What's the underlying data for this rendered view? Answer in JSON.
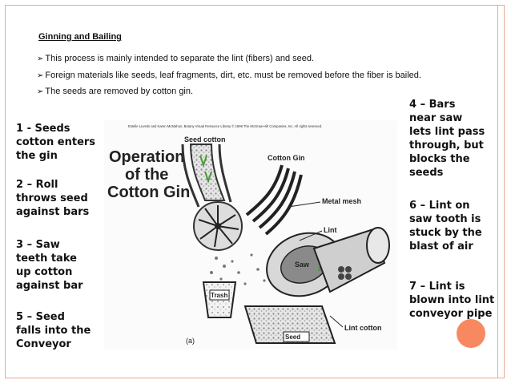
{
  "slide": {
    "title": "Ginning and Bailing",
    "bullets": [
      "This process is mainly intended to separate the lint (fibers) and seed.",
      "Foreign materials like seeds, leaf fragments, dirt, etc. must be removed before the fiber is bailed.",
      "The seeds are removed by cotton gin."
    ],
    "arrow_glyph": "➢"
  },
  "labels": {
    "l1": "1 - Seeds\ncotton enters\nthe gin",
    "l2": "2 – Roll\nthrows seed\nagainst bars",
    "l3": "3 – Saw\nteeth take\nup cotton\nagainst bar",
    "l5": "5 – Seed\nfalls into the\nConveyor",
    "l4": "4 – Bars\nnear saw\nlets lint pass\nthrough, but\nblocks the\nseeds",
    "l6": "6 – Lint on\nsaw tooth is\nstuck by the\nblast of air",
    "l7": "7 – Lint is\nblown into lint\nconveyor pipe"
  },
  "diagram": {
    "credit": "Estelle Levetin and Karen McMahon, Botany Visual Resource Library © 1996 The McGraw-Hill Companies, Inc. All rights reserved.",
    "heading": [
      "Operation",
      "of the",
      "Cotton Gin"
    ],
    "seed_cotton": "Seed cotton",
    "cotton_gin": "Cotton Gin",
    "metal_mesh": "Metal mesh",
    "lint": "Lint",
    "saw": "Saw",
    "trash": "Trash",
    "seed": "Seed",
    "lint_cotton": "Lint cotton",
    "panel": "(a)"
  },
  "colors": {
    "accent": "#f7885f",
    "frame": "#e9a98f",
    "arrow_green": "#4a9a3a"
  }
}
